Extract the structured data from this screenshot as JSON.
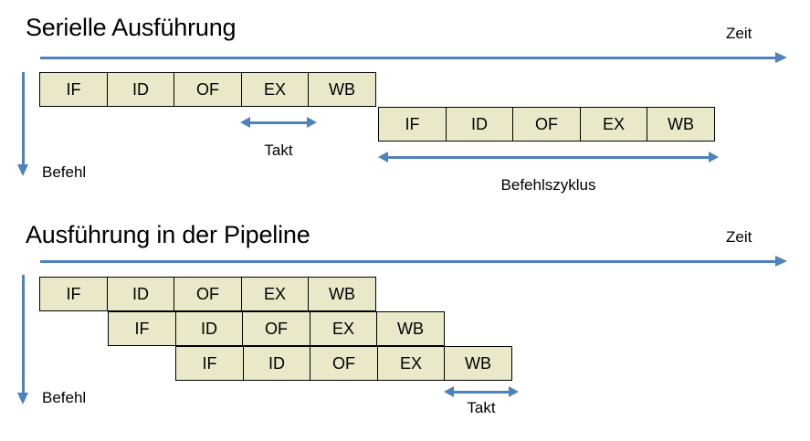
{
  "colors": {
    "accent_blue": "#4F81BD",
    "stage_fill": "#E9E9C9",
    "stage_border": "#000000",
    "text": "#000000",
    "background": "#FFFFFF"
  },
  "sections": [
    {
      "id": "serial",
      "title": "Serielle Ausführung",
      "time_axis_label": "Zeit",
      "instruction_axis_label": "Befehl",
      "rows": [
        {
          "name": "instruction-1",
          "stages": [
            "IF",
            "ID",
            "OF",
            "EX",
            "WB"
          ]
        },
        {
          "name": "instruction-2",
          "stages": [
            "IF",
            "ID",
            "OF",
            "EX",
            "WB"
          ]
        }
      ],
      "measures": [
        {
          "name": "takt",
          "label": "Takt"
        },
        {
          "name": "befehlszyklus",
          "label": "Befehlszyklus"
        }
      ]
    },
    {
      "id": "pipeline",
      "title": "Ausführung in der Pipeline",
      "time_axis_label": "Zeit",
      "instruction_axis_label": "Befehl",
      "rows": [
        {
          "name": "instruction-1",
          "stages": [
            "IF",
            "ID",
            "OF",
            "EX",
            "WB"
          ]
        },
        {
          "name": "instruction-2",
          "stages": [
            "IF",
            "ID",
            "OF",
            "EX",
            "WB"
          ]
        },
        {
          "name": "instruction-3",
          "stages": [
            "IF",
            "ID",
            "OF",
            "EX",
            "WB"
          ]
        }
      ],
      "measures": [
        {
          "name": "takt",
          "label": "Takt"
        }
      ]
    }
  ]
}
